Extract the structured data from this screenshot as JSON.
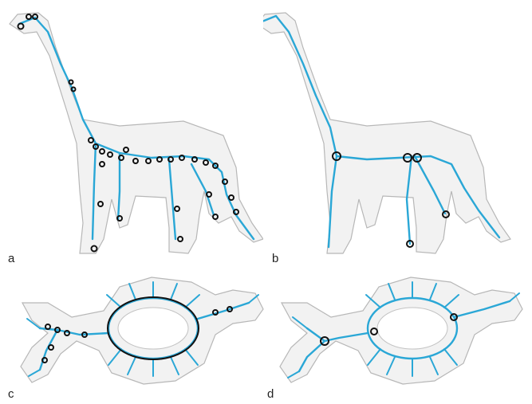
{
  "panels": [
    {
      "label": "a"
    },
    {
      "label": "b"
    },
    {
      "label": "c"
    },
    {
      "label": "d"
    }
  ],
  "colors": {
    "skeleton": "#2aa7d6",
    "nodes": "#111111",
    "mesh_outline": "#b7b7b7",
    "mesh_fill": "#f2f2f2"
  }
}
